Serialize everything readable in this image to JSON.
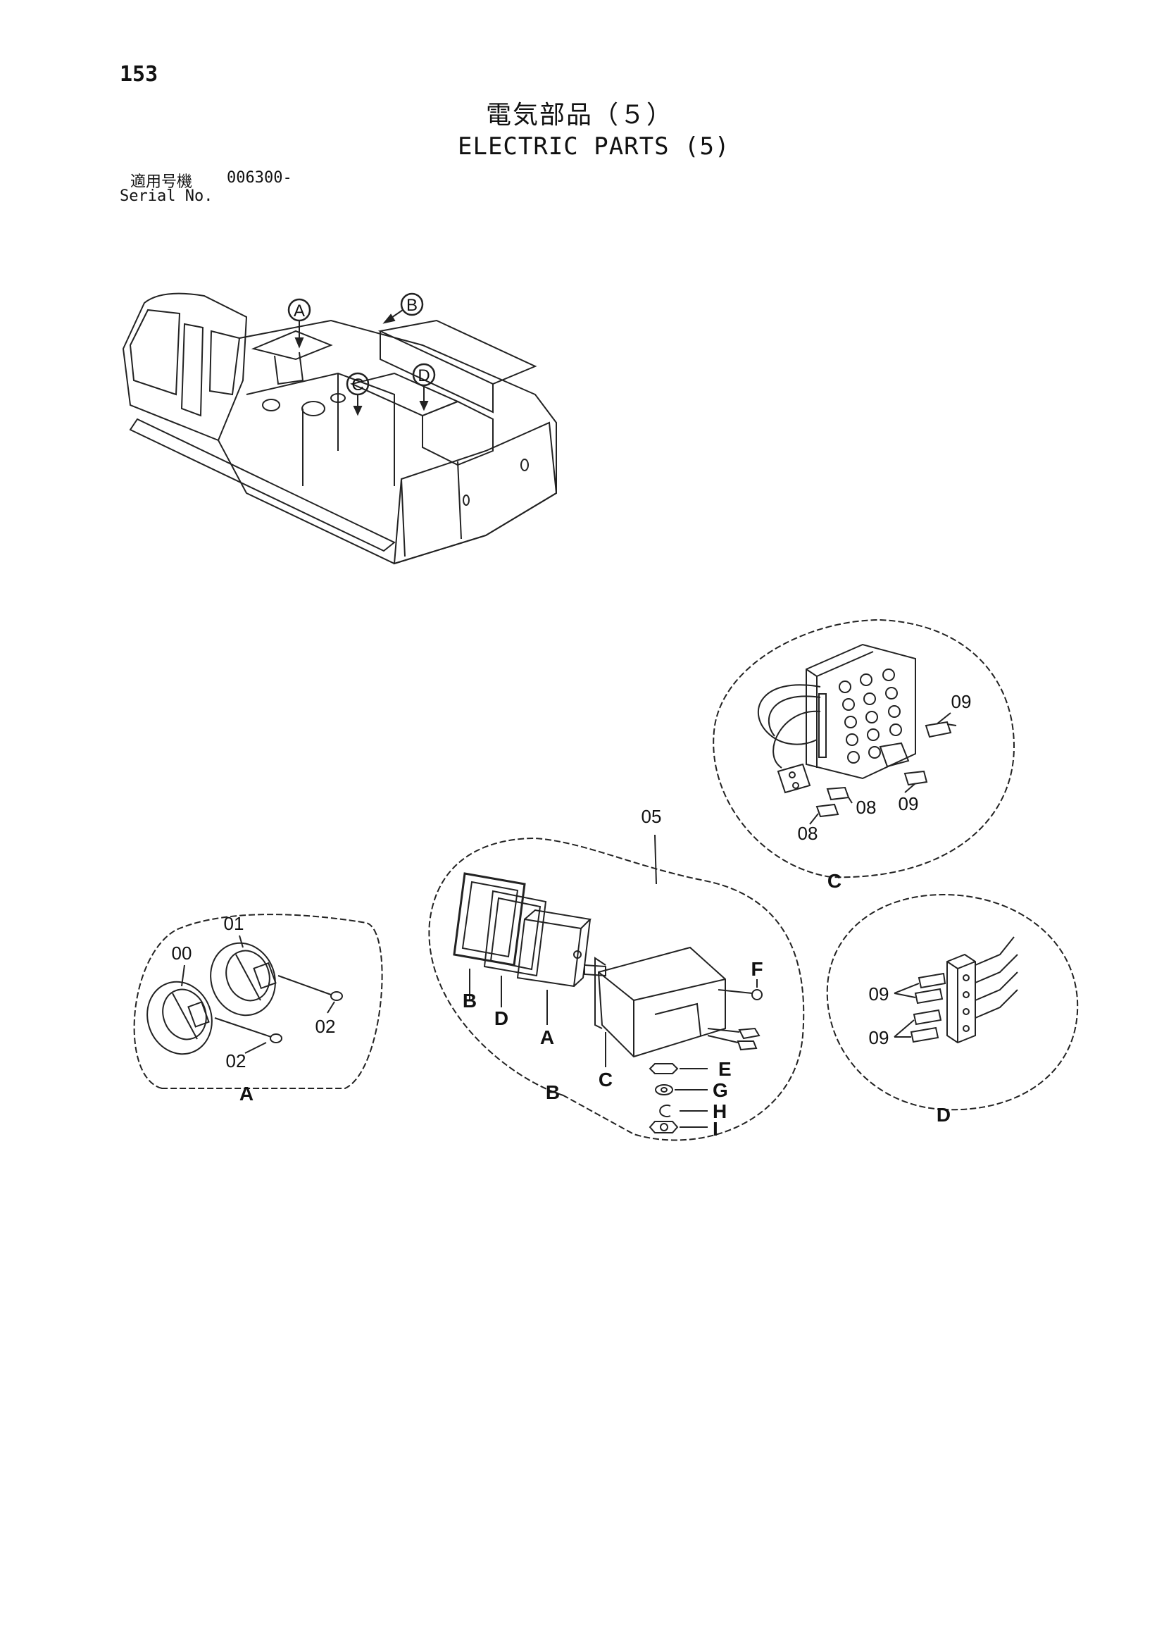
{
  "page_number": "153",
  "title_jp": "電気部品（５）",
  "title_en": "ELECTRIC PARTS (5)",
  "serial": {
    "label_jp": "適用号機",
    "value": "006300-",
    "label_en": "Serial No."
  },
  "callouts": {
    "machine": [
      "A",
      "B",
      "C",
      "D"
    ],
    "detail_a": {
      "name": "A",
      "parts": [
        "00",
        "01",
        "02",
        "02"
      ]
    },
    "detail_b": {
      "name": "B",
      "assembly": "05",
      "parts": [
        "B",
        "D",
        "A",
        "C",
        "F",
        "E",
        "G",
        "H",
        "I"
      ]
    },
    "detail_c": {
      "name": "C",
      "parts": [
        "09",
        "09",
        "08",
        "08"
      ]
    },
    "detail_d": {
      "name": "D",
      "parts": [
        "09",
        "09"
      ]
    }
  }
}
